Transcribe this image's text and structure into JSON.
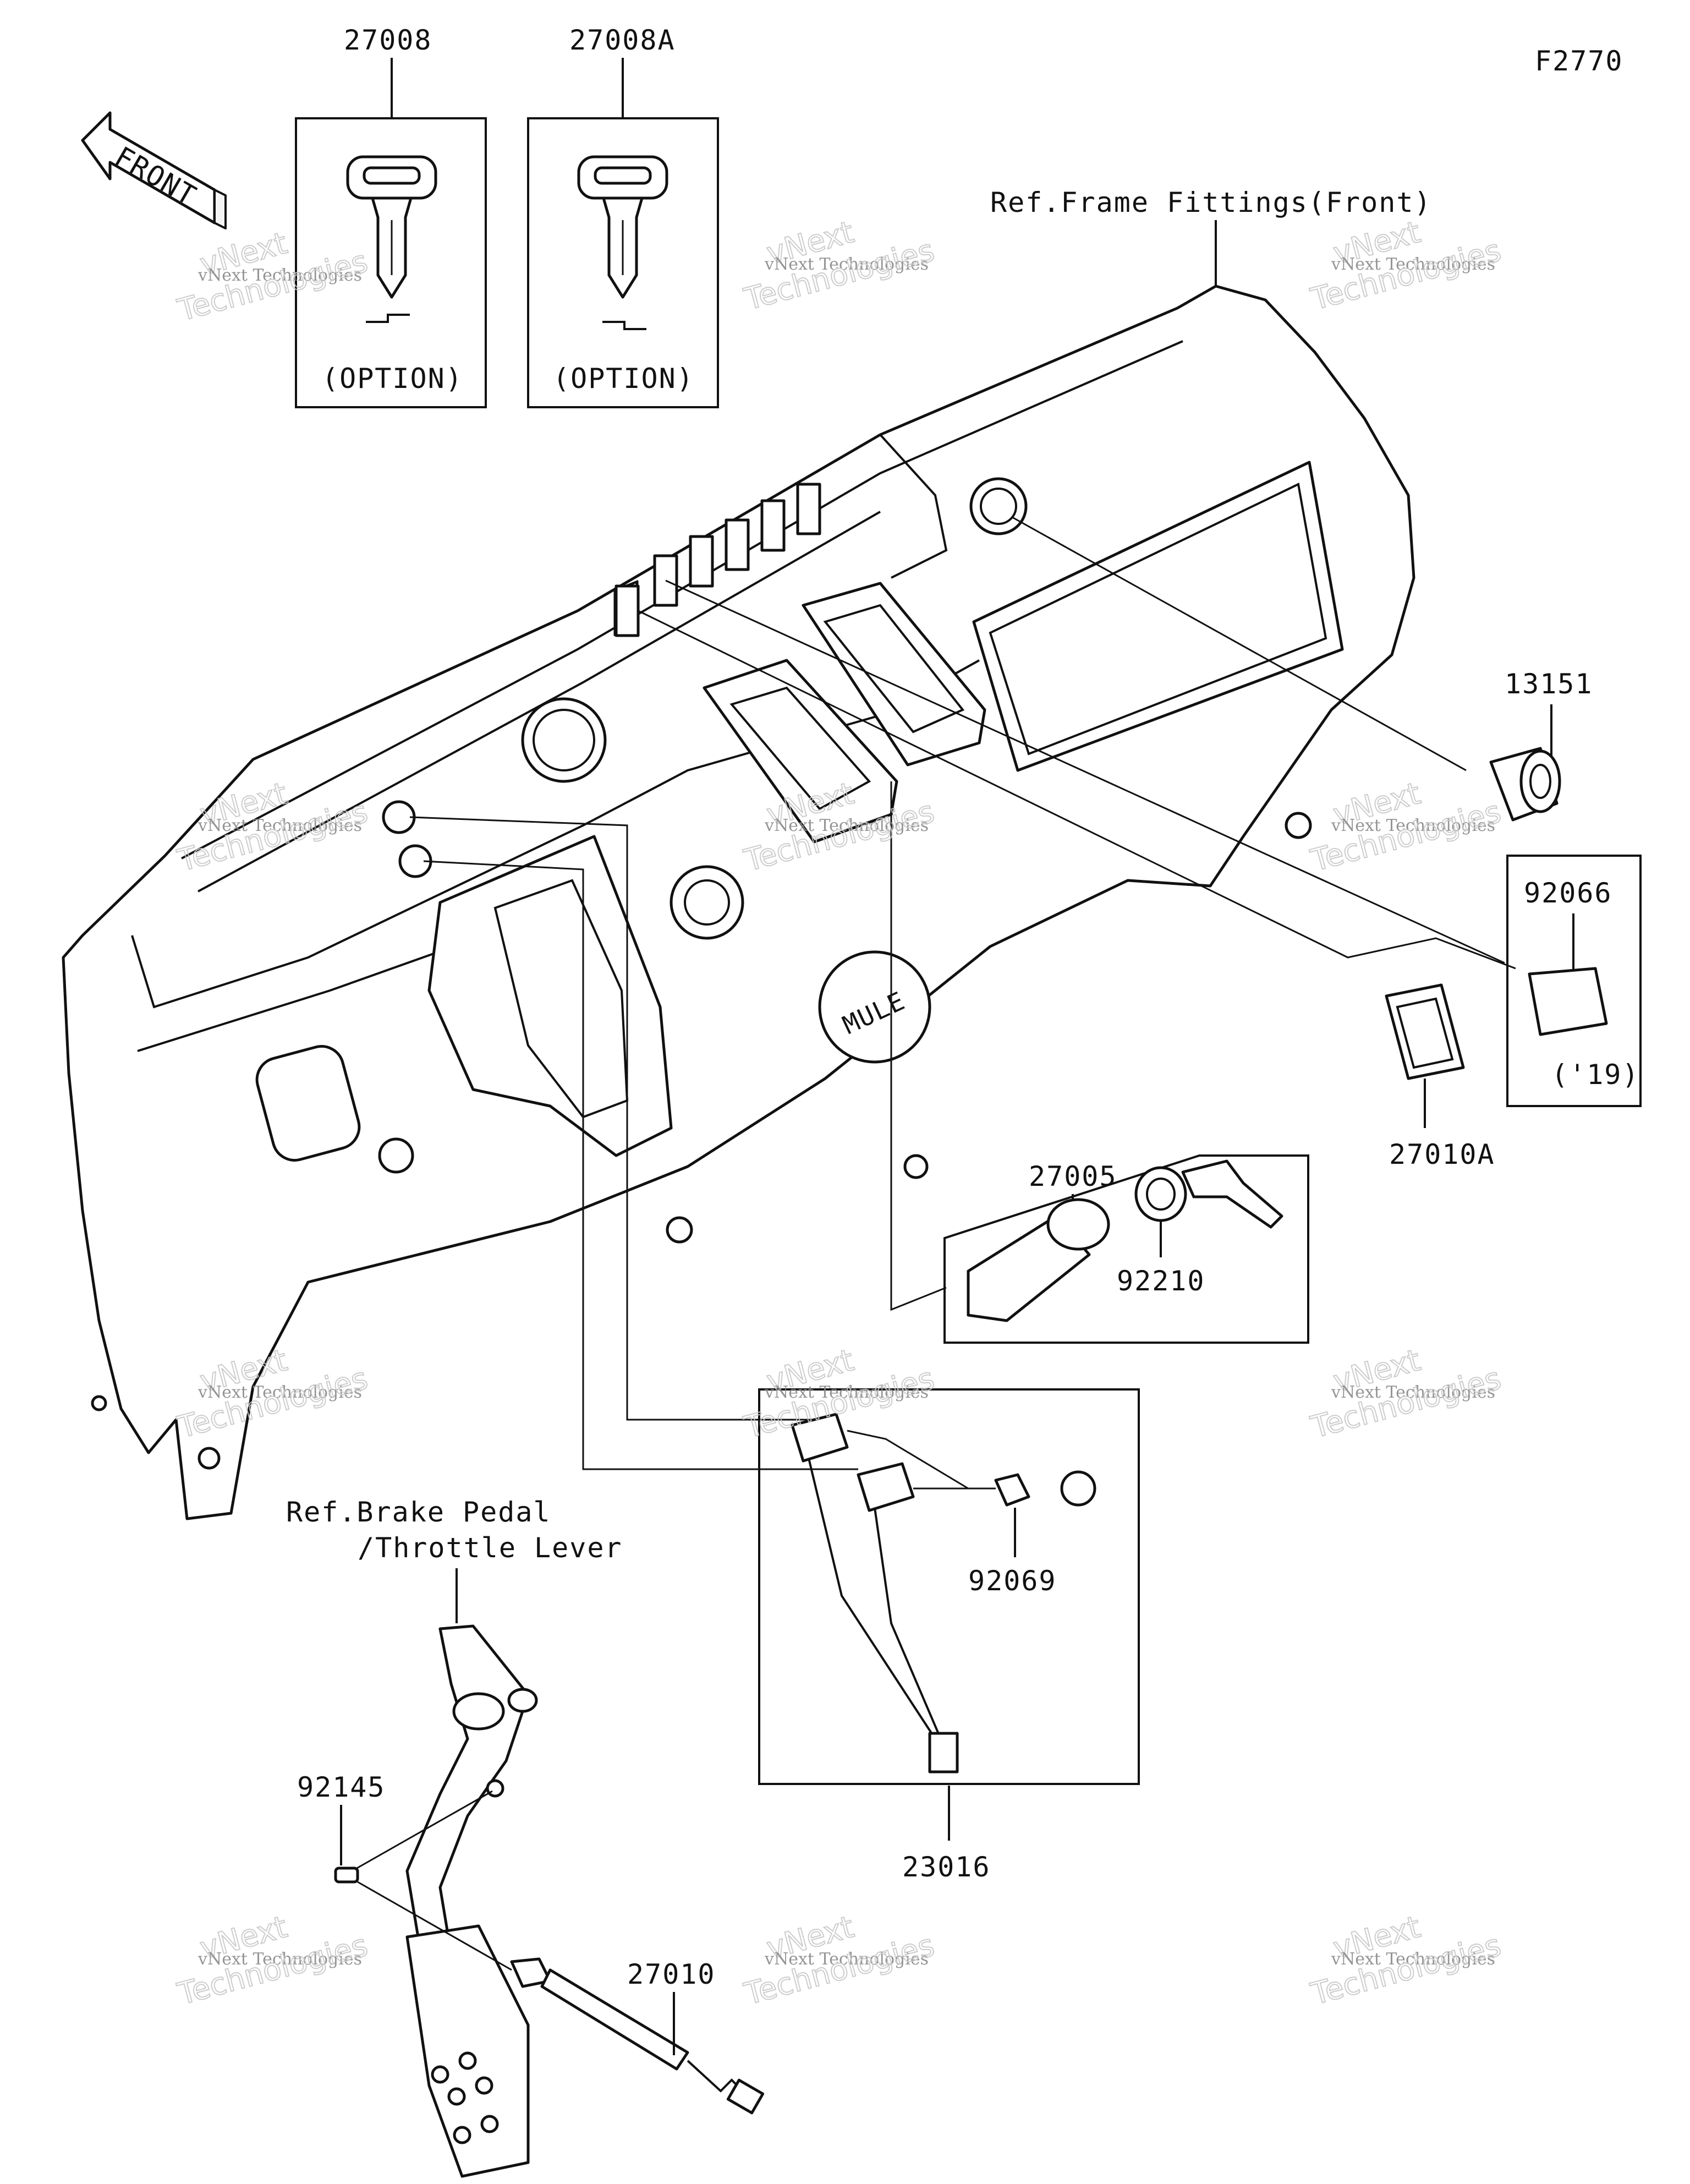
{
  "figure_code": "F2770",
  "front_label": "FRONT",
  "option_label": "(OPTION)",
  "year_note": "('19)",
  "references": {
    "frame": "Ref.Frame Fittings(Front)",
    "brake_line1": "Ref.Brake Pedal",
    "brake_line2": "/Throttle Lever"
  },
  "panel_text": {
    "mule": "MULE"
  },
  "parts": [
    {
      "number": "27008"
    },
    {
      "number": "27008A"
    },
    {
      "number": "13151"
    },
    {
      "number": "92066"
    },
    {
      "number": "27010A"
    },
    {
      "number": "27005"
    },
    {
      "number": "92210"
    },
    {
      "number": "92069"
    },
    {
      "number": "23016"
    },
    {
      "number": "92145"
    },
    {
      "number": "27010"
    }
  ],
  "watermark": {
    "line1": "vNext Technologies",
    "big1": "vNext",
    "big2": "Technologies"
  },
  "colors": {
    "ink": "#111111",
    "watermark": "#888888"
  }
}
